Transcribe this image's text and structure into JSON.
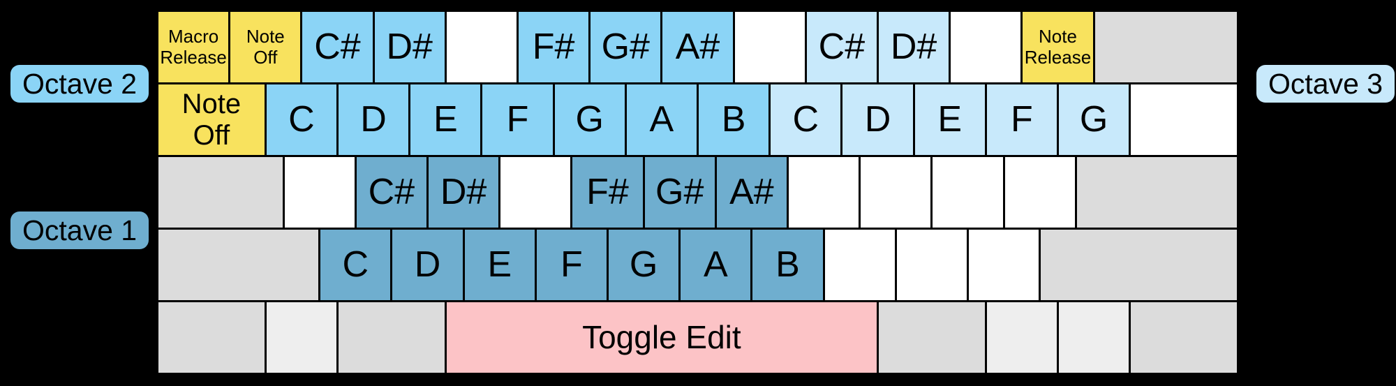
{
  "diagram_title": "keyboard-note-mapping",
  "labels": {
    "octave_1": "Octave 1",
    "octave_2": "Octave 2",
    "octave_3": "Octave 3"
  },
  "colors": {
    "octave1": "#6FAECF",
    "octave2": "#8BD4F6",
    "octave3": "#C8E9FB",
    "macro": "#F8E25E",
    "toggle": "#FCC3C6",
    "modifier": "#DCDCDC",
    "modifier_light": "#EEEEEE",
    "blank": "#FFFFFF",
    "background": "#000000"
  },
  "rows": [
    {
      "keys": [
        {
          "name": "key-macro-release",
          "type": "macro",
          "u": 4,
          "size": "small",
          "lines": [
            "Macro",
            "Release"
          ],
          "label": "Macro Release"
        },
        {
          "name": "key-note-off",
          "type": "macro",
          "u": 4,
          "size": "small",
          "lines": [
            "Note",
            "Off"
          ],
          "label": "Note Off"
        },
        {
          "name": "key-note-csharp-oct2",
          "type": "octave2",
          "u": 4,
          "size": "note",
          "label": "C#"
        },
        {
          "name": "key-note-dsharp-oct2",
          "type": "octave2",
          "u": 4,
          "size": "note",
          "label": "D#"
        },
        {
          "name": "key-blank",
          "type": "blank",
          "u": 4,
          "label": ""
        },
        {
          "name": "key-note-fsharp-oct2",
          "type": "octave2",
          "u": 4,
          "size": "note",
          "label": "F#"
        },
        {
          "name": "key-note-gsharp-oct2",
          "type": "octave2",
          "u": 4,
          "size": "note",
          "label": "G#"
        },
        {
          "name": "key-note-asharp-oct2",
          "type": "octave2",
          "u": 4,
          "size": "note",
          "label": "A#"
        },
        {
          "name": "key-blank",
          "type": "blank",
          "u": 4,
          "label": ""
        },
        {
          "name": "key-note-csharp-oct3",
          "type": "octave3",
          "u": 4,
          "size": "note",
          "label": "C#"
        },
        {
          "name": "key-note-dsharp-oct3",
          "type": "octave3",
          "u": 4,
          "size": "note",
          "label": "D#"
        },
        {
          "name": "key-blank",
          "type": "blank",
          "u": 4,
          "label": ""
        },
        {
          "name": "key-note-release",
          "type": "macro",
          "u": 4,
          "size": "small",
          "lines": [
            "Note",
            "Release"
          ],
          "label": "Note Release"
        },
        {
          "name": "key-modifier",
          "type": "modifier",
          "u": 8,
          "label": ""
        }
      ]
    },
    {
      "keys": [
        {
          "name": "key-note-off-tab",
          "type": "macro",
          "u": 6,
          "size": "tab",
          "lines": [
            "Note",
            "Off"
          ],
          "label": "Note Off"
        },
        {
          "name": "key-note-c-oct2",
          "type": "octave2",
          "u": 4,
          "size": "note",
          "label": "C"
        },
        {
          "name": "key-note-d-oct2",
          "type": "octave2",
          "u": 4,
          "size": "note",
          "label": "D"
        },
        {
          "name": "key-note-e-oct2",
          "type": "octave2",
          "u": 4,
          "size": "note",
          "label": "E"
        },
        {
          "name": "key-note-f-oct2",
          "type": "octave2",
          "u": 4,
          "size": "note",
          "label": "F"
        },
        {
          "name": "key-note-g-oct2",
          "type": "octave2",
          "u": 4,
          "size": "note",
          "label": "G"
        },
        {
          "name": "key-note-a-oct2",
          "type": "octave2",
          "u": 4,
          "size": "note",
          "label": "A"
        },
        {
          "name": "key-note-b-oct2",
          "type": "octave2",
          "u": 4,
          "size": "note",
          "label": "B"
        },
        {
          "name": "key-note-c-oct3",
          "type": "octave3",
          "u": 4,
          "size": "note",
          "label": "C"
        },
        {
          "name": "key-note-d-oct3",
          "type": "octave3",
          "u": 4,
          "size": "note",
          "label": "D"
        },
        {
          "name": "key-note-e-oct3",
          "type": "octave3",
          "u": 4,
          "size": "note",
          "label": "E"
        },
        {
          "name": "key-note-f-oct3",
          "type": "octave3",
          "u": 4,
          "size": "note",
          "label": "F"
        },
        {
          "name": "key-note-g-oct3",
          "type": "octave3",
          "u": 4,
          "size": "note",
          "label": "G"
        },
        {
          "name": "key-blank",
          "type": "blank",
          "u": 6,
          "label": ""
        }
      ]
    },
    {
      "keys": [
        {
          "name": "key-modifier",
          "type": "modifier",
          "u": 7,
          "label": ""
        },
        {
          "name": "key-blank",
          "type": "blank",
          "u": 4,
          "label": ""
        },
        {
          "name": "key-note-csharp-oct1",
          "type": "octave1",
          "u": 4,
          "size": "note",
          "label": "C#"
        },
        {
          "name": "key-note-dsharp-oct1",
          "type": "octave1",
          "u": 4,
          "size": "note",
          "label": "D#"
        },
        {
          "name": "key-blank",
          "type": "blank",
          "u": 4,
          "label": ""
        },
        {
          "name": "key-note-fsharp-oct1",
          "type": "octave1",
          "u": 4,
          "size": "note",
          "label": "F#"
        },
        {
          "name": "key-note-gsharp-oct1",
          "type": "octave1",
          "u": 4,
          "size": "note",
          "label": "G#"
        },
        {
          "name": "key-note-asharp-oct1",
          "type": "octave1",
          "u": 4,
          "size": "note",
          "label": "A#"
        },
        {
          "name": "key-blank",
          "type": "blank",
          "u": 4,
          "label": ""
        },
        {
          "name": "key-blank",
          "type": "blank",
          "u": 4,
          "label": ""
        },
        {
          "name": "key-blank",
          "type": "blank",
          "u": 4,
          "label": ""
        },
        {
          "name": "key-blank",
          "type": "blank",
          "u": 4,
          "label": ""
        },
        {
          "name": "key-modifier",
          "type": "modifier",
          "u": 9,
          "label": ""
        }
      ]
    },
    {
      "keys": [
        {
          "name": "key-modifier",
          "type": "modifier",
          "u": 9,
          "label": ""
        },
        {
          "name": "key-note-c-oct1",
          "type": "octave1",
          "u": 4,
          "size": "note",
          "label": "C"
        },
        {
          "name": "key-note-d-oct1",
          "type": "octave1",
          "u": 4,
          "size": "note",
          "label": "D"
        },
        {
          "name": "key-note-e-oct1",
          "type": "octave1",
          "u": 4,
          "size": "note",
          "label": "E"
        },
        {
          "name": "key-note-f-oct1",
          "type": "octave1",
          "u": 4,
          "size": "note",
          "label": "F"
        },
        {
          "name": "key-note-g-oct1",
          "type": "octave1",
          "u": 4,
          "size": "note",
          "label": "G"
        },
        {
          "name": "key-note-a-oct1",
          "type": "octave1",
          "u": 4,
          "size": "note",
          "label": "A"
        },
        {
          "name": "key-note-b-oct1",
          "type": "octave1",
          "u": 4,
          "size": "note",
          "label": "B"
        },
        {
          "name": "key-blank",
          "type": "blank",
          "u": 4,
          "label": ""
        },
        {
          "name": "key-blank",
          "type": "blank",
          "u": 4,
          "label": ""
        },
        {
          "name": "key-blank",
          "type": "blank",
          "u": 4,
          "label": ""
        },
        {
          "name": "key-modifier",
          "type": "modifier",
          "u": 11,
          "label": ""
        }
      ]
    },
    {
      "keys": [
        {
          "name": "key-modifier",
          "type": "modifier",
          "u": 6,
          "label": ""
        },
        {
          "name": "key-modifier",
          "type": "modifier_light",
          "u": 4,
          "label": ""
        },
        {
          "name": "key-modifier",
          "type": "modifier",
          "u": 6,
          "label": ""
        },
        {
          "name": "key-toggle-edit",
          "type": "toggle",
          "u": 24,
          "size": "space",
          "label": "Toggle Edit"
        },
        {
          "name": "key-modifier",
          "type": "modifier",
          "u": 6,
          "label": ""
        },
        {
          "name": "key-modifier",
          "type": "modifier_light",
          "u": 4,
          "label": ""
        },
        {
          "name": "key-modifier",
          "type": "modifier_light",
          "u": 4,
          "label": ""
        },
        {
          "name": "key-modifier",
          "type": "modifier",
          "u": 6,
          "label": ""
        }
      ]
    }
  ]
}
